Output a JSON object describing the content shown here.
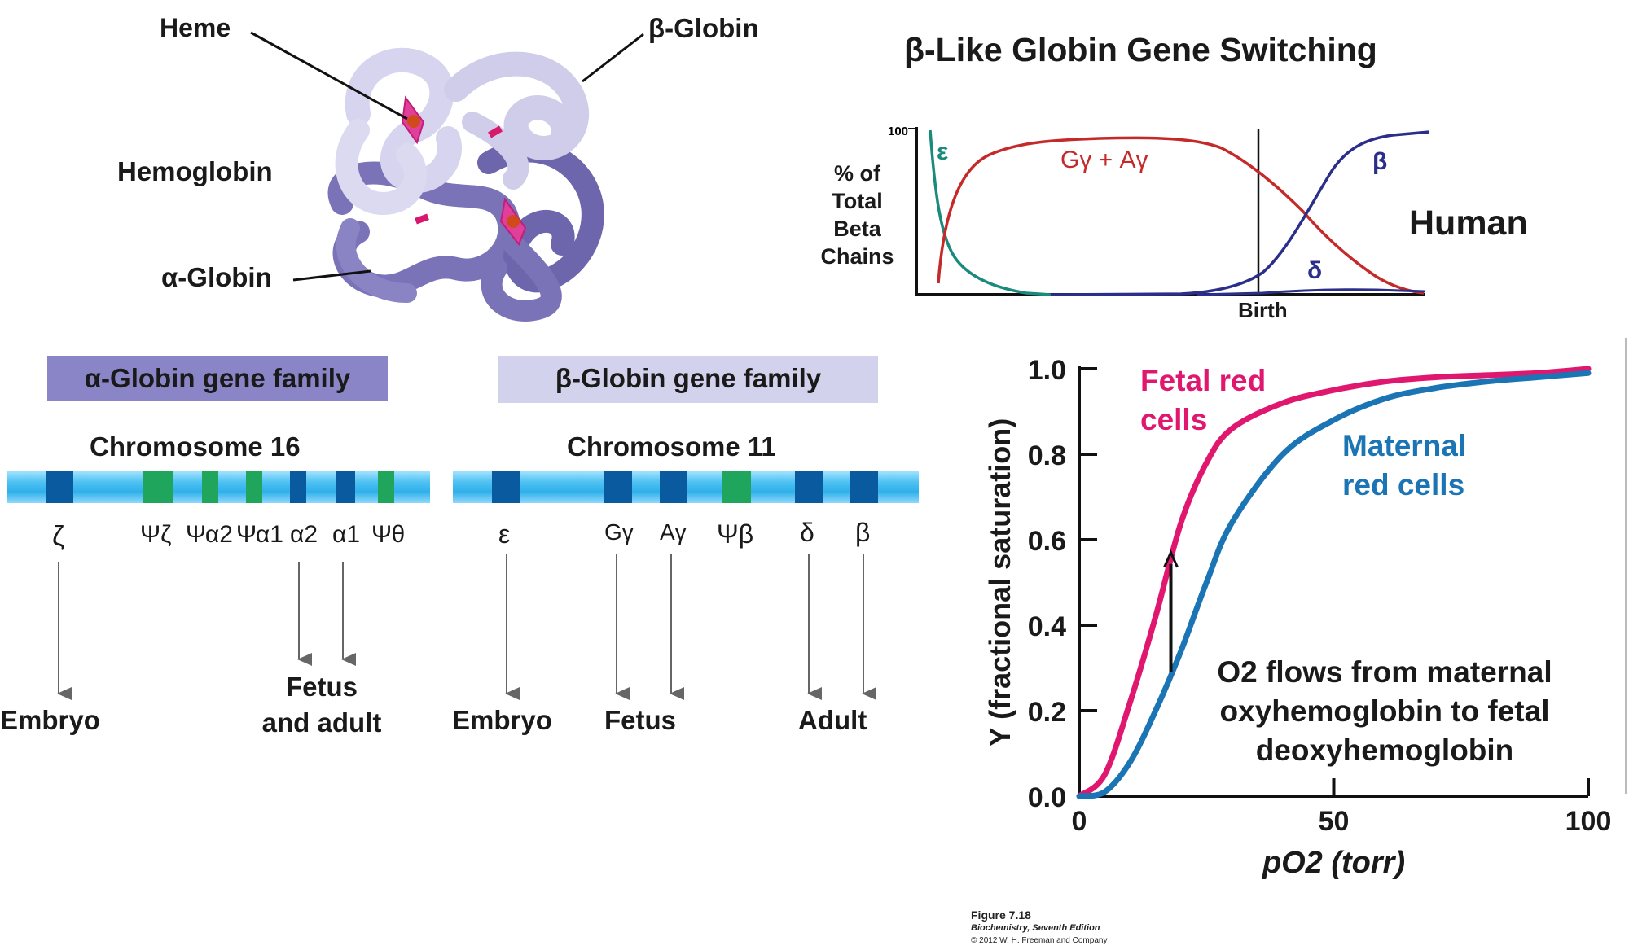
{
  "hemoglobin": {
    "heme_label": "Heme",
    "beta_globin_label": "β-Globin",
    "hemoglobin_label": "Hemoglobin",
    "alpha_globin_label": "α-Globin"
  },
  "switching": {
    "title": "β-Like Globin Gene Switching",
    "y_label_lines": [
      "% of",
      "Total",
      "Beta",
      "Chains"
    ],
    "y_max_label": "100",
    "birth_label": "Birth",
    "species_label": "Human",
    "curve_labels": {
      "epsilon": "ε",
      "gamma": "Gγ + Aγ",
      "beta": "β",
      "delta": "δ"
    },
    "colors": {
      "epsilon": "#1a8a7d",
      "gamma": "#c42a2a",
      "beta": "#2b2e8a",
      "delta": "#2b2e8a"
    }
  },
  "alpha_family": {
    "header": "α-Globin gene family",
    "chromosome": "Chromosome 16",
    "genes": [
      "ζ",
      "Ψζ",
      "Ψα2",
      "Ψα1",
      "α2",
      "α1",
      "Ψθ"
    ],
    "stage_embryo": "Embryo",
    "stage_fetus_adult_1": "Fetus",
    "stage_fetus_adult_2": "and adult",
    "header_color": "#8a85c6"
  },
  "beta_family": {
    "header": "β-Globin gene family",
    "chromosome": "Chromosome 11",
    "genes": [
      "ε",
      "Gγ",
      "Aγ",
      "Ψβ",
      "δ",
      "β"
    ],
    "stage_embryo": "Embryo",
    "stage_fetus": "Fetus",
    "stage_adult": "Adult",
    "header_color": "#d3d2ec"
  },
  "chart_data": {
    "type": "line",
    "title": "",
    "xlabel": "pO2 (torr)",
    "ylabel": "Y (fractional saturation)",
    "xlim": [
      0,
      100
    ],
    "ylim": [
      0,
      1.0
    ],
    "x_ticks": [
      "0",
      "50",
      "100"
    ],
    "y_ticks": [
      "0.0",
      "0.2",
      "0.4",
      "0.6",
      "0.8",
      "1.0"
    ],
    "series": [
      {
        "name": "Fetal red cells",
        "x": [
          0,
          5,
          10,
          15,
          20,
          25,
          30,
          40,
          50,
          60,
          70,
          80,
          90,
          100
        ],
        "y": [
          0.0,
          0.05,
          0.22,
          0.42,
          0.64,
          0.78,
          0.86,
          0.92,
          0.95,
          0.97,
          0.98,
          0.985,
          0.99,
          1.0
        ],
        "color": "#e0176f"
      },
      {
        "name": "Maternal red cells",
        "x": [
          0,
          5,
          10,
          15,
          20,
          25,
          30,
          40,
          50,
          60,
          70,
          80,
          90,
          100
        ],
        "y": [
          0.0,
          0.01,
          0.08,
          0.2,
          0.34,
          0.5,
          0.64,
          0.8,
          0.88,
          0.93,
          0.955,
          0.97,
          0.98,
          0.99
        ],
        "color": "#1b74b3"
      }
    ],
    "series_label_lines": {
      "fetal": [
        "Fetal red",
        "cells"
      ],
      "maternal": [
        "Maternal",
        "red cells"
      ]
    },
    "annotation": [
      "O2 flows from maternal",
      "oxyhemoglobin to fetal",
      "deoxyhemoglobin"
    ],
    "arrow": {
      "x": 18,
      "from_y": 0.29,
      "to_y": 0.57
    }
  },
  "caption": {
    "figure": "Figure 7.18",
    "book": "Biochemistry, Seventh Edition",
    "copyright": "© 2012 W. H. Freeman and Company"
  }
}
